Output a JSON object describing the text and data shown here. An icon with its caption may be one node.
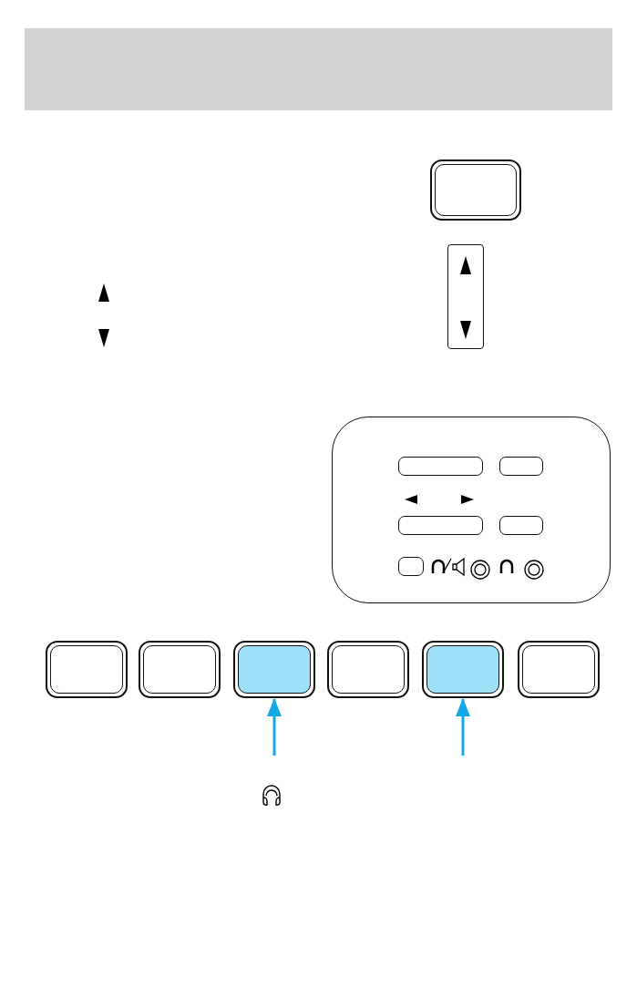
{
  "diagram": {
    "nodes": [
      {
        "text": [],
        "shape": "box"
      },
      {
        "text": [],
        "shape": "box"
      },
      {
        "text": [],
        "shape": "box"
      },
      {
        "text": [],
        "shape": "box"
      },
      {
        "text": [],
        "shape": "box"
      },
      {
        "text": [],
        "shape": "box"
      }
    ],
    "edges": [
      {
        "from": null,
        "to": 2,
        "arrow": "to"
      },
      {
        "from": null,
        "to": 4,
        "arrow": "to"
      }
    ]
  }
}
